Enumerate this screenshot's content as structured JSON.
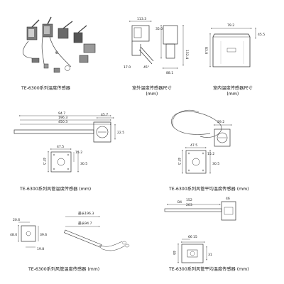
{
  "captions": {
    "c1": "TE-6300系列温度传感器",
    "c2_line1": "室外温度传感器尺寸",
    "c2_line2": "(mm)",
    "c3_line1": "室内温度传感器尺寸",
    "c3_line2": "(mm)",
    "c4": "TE-6300系列风管温度传感器 (mm)",
    "c5": "TE-6300系列风管平均温度传感器 (mm)",
    "c6": "TE-6300系列风管温度传感器 (mm)",
    "c7": "TE-6300系列风管平均温度传感器 (mm)"
  },
  "outdoor_dims": {
    "top_width": "113.3",
    "left_top": "35.0",
    "right_height": "152.4",
    "bottom_left": "17.0",
    "angle": "45°",
    "bottom_width": "88.1"
  },
  "indoor_dims": {
    "top_width": "79.2",
    "right": "45.5",
    "left": "83.0"
  },
  "duct_dims": {
    "len1": "94.7",
    "len2": "196.3",
    "len3": "450.3",
    "head_w": "45.7",
    "head_h": "22.5",
    "box_w": "47.5",
    "box_h": "47.5",
    "box_r1": "15.2",
    "box_r2": "30.5"
  },
  "avg_dims": {
    "top": "29.2",
    "box_w": "47.5",
    "box_h": "47.5",
    "r1": "15.2",
    "r2": "30.5"
  },
  "duct2_dims": {
    "a": "20.6",
    "b": "48.0",
    "c": "39.6",
    "d": "19.8",
    "len_long": "最长196.3",
    "len_short": "最长94.7"
  },
  "avg2_dims": {
    "label": "B4",
    "l1": "152",
    "l2": "203",
    "w": "46",
    "box_top": "66",
    "box_a": "15",
    "box_h": "46",
    "box_r": "31"
  }
}
